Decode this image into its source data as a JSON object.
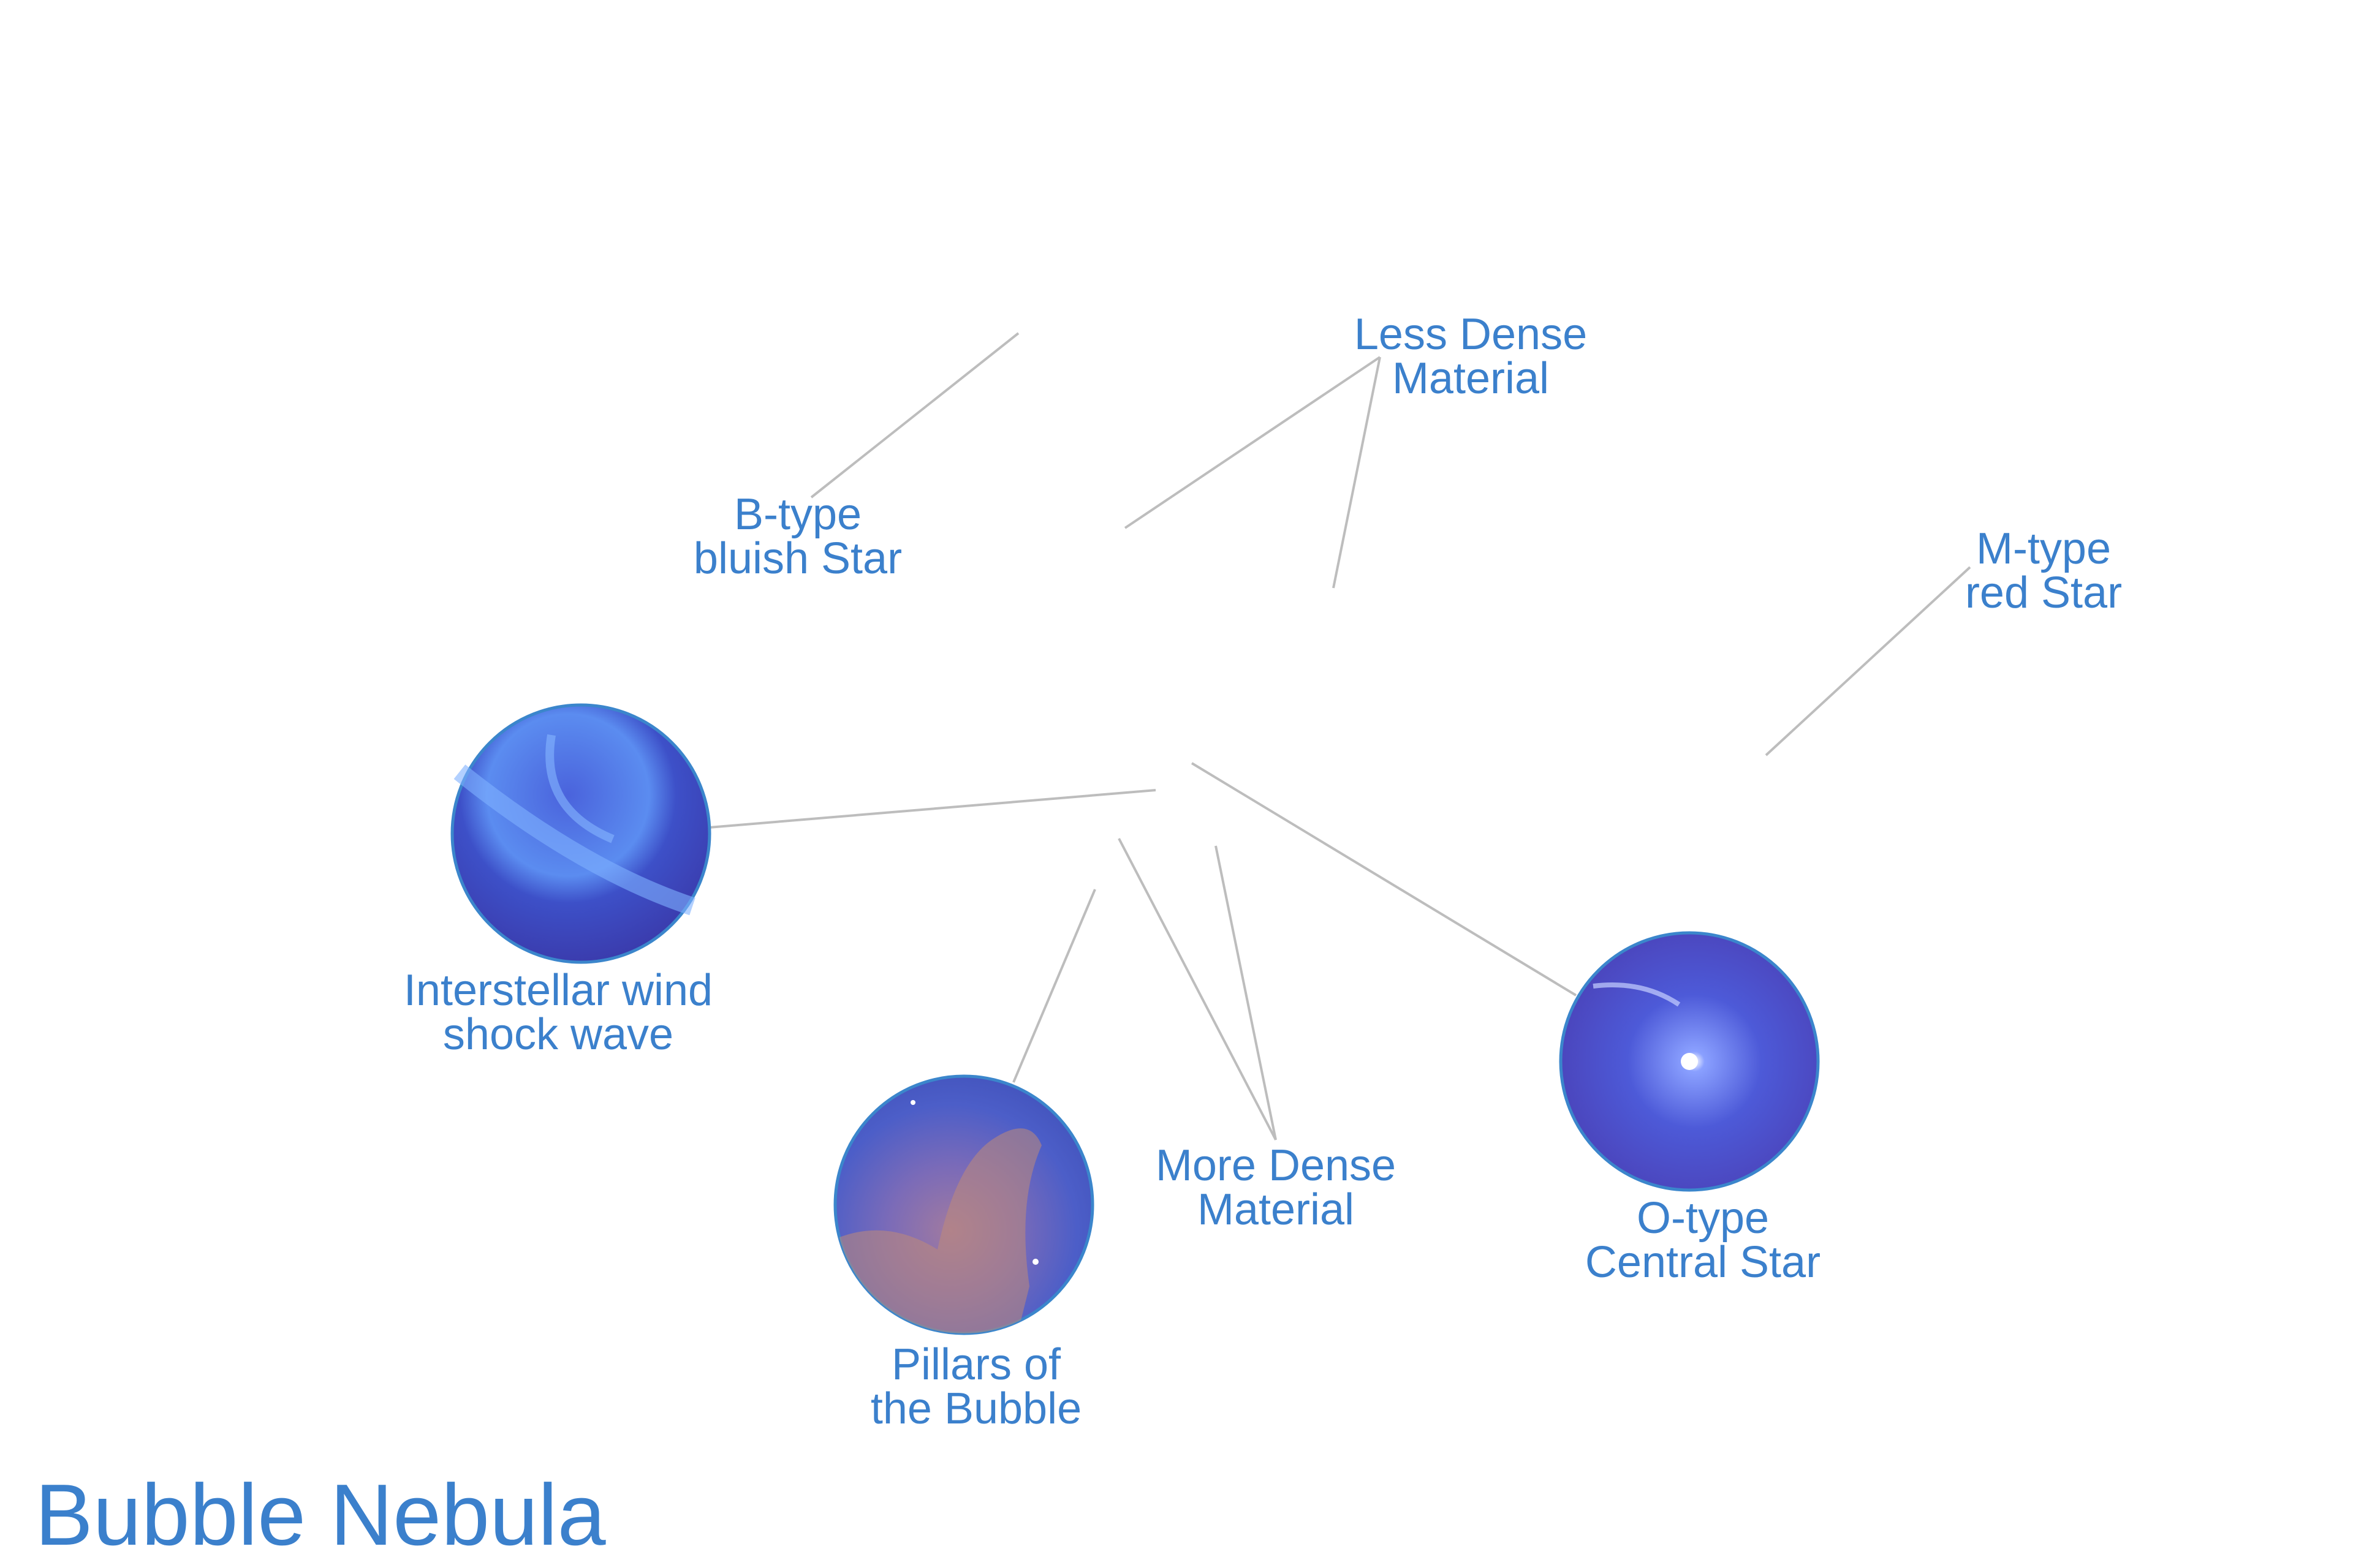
{
  "title": "Bubble Nebula",
  "colors": {
    "text": "#3b80cc",
    "leader": "#bdbdbd",
    "ring": "#3b86cc"
  },
  "labels": {
    "less_dense": [
      "Less Dense",
      "Material"
    ],
    "b_type": [
      "B-type",
      "bluish Star"
    ],
    "m_type": [
      "M-type",
      "red Star"
    ],
    "interstellar": [
      "Interstellar wind",
      "shock wave"
    ],
    "more_dense": [
      "More Dense",
      "Material"
    ],
    "o_type": [
      "O-type",
      "Central Star"
    ],
    "pillars": [
      "Pillars of",
      "the Bubble"
    ]
  }
}
